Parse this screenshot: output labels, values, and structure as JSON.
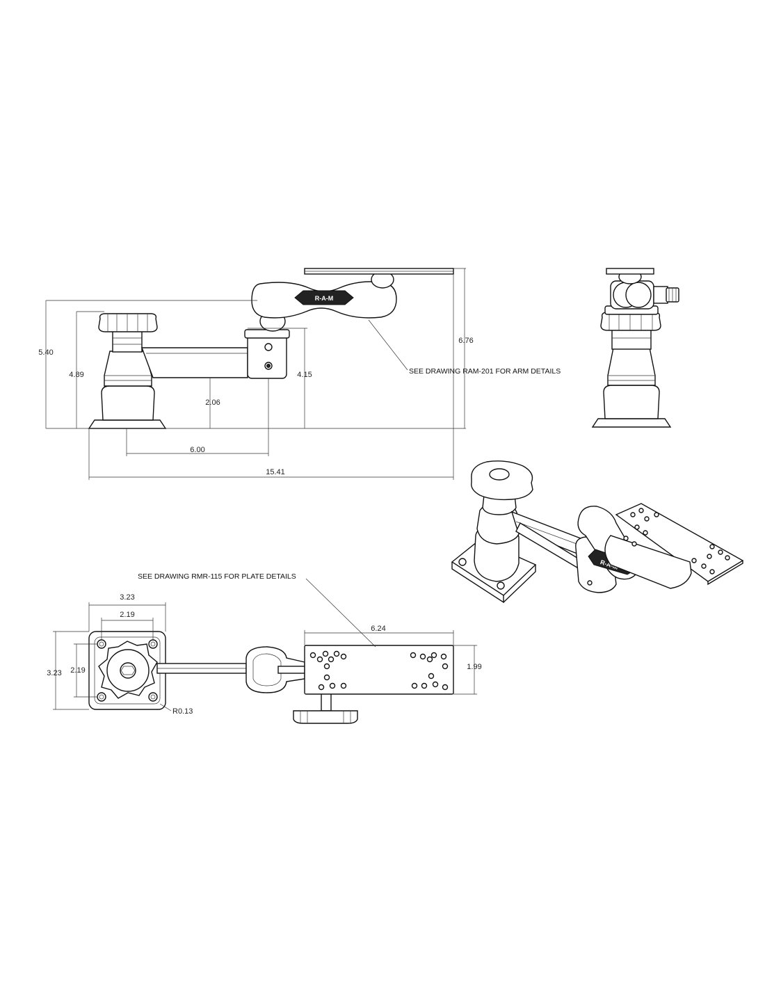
{
  "notes": {
    "arm_details": "SEE DRAWING RAM-201 FOR ARM DETAILS",
    "plate_details": "SEE DRAWING RMR-115 FOR PLATE DETAILS"
  },
  "logo": "R-A-M",
  "side_view": {
    "dims": {
      "overall_height": "5.40",
      "knob_height": "4.89",
      "arm_height": "2.06",
      "socket_height": "4.15",
      "plate_height": "6.76",
      "reach": "6.00",
      "overall_length": "15.41"
    }
  },
  "top_view": {
    "dims": {
      "base_width": "3.23",
      "bolt_spacing": "2.19",
      "base_height": "3.23",
      "bolt_spacing_v": "2.19",
      "corner_radius": "R0.13",
      "plate_length": "6.24",
      "plate_width": "1.99"
    }
  }
}
